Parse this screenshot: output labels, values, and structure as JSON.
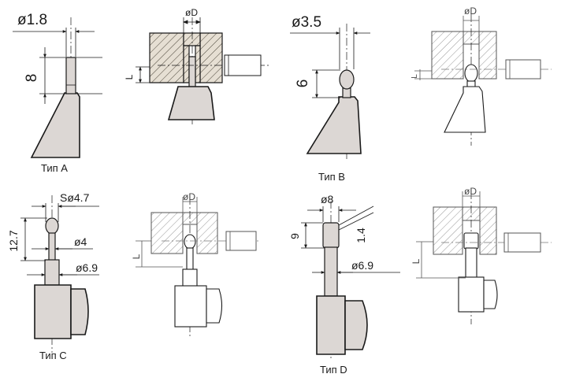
{
  "captions": {
    "type_a": "Тип A",
    "type_b": "Тип B",
    "type_c": "Тип C",
    "type_d": "Тип D"
  },
  "dims": {
    "a_dia": "ø1.8",
    "a_len": "8",
    "b_dia": "ø3.5",
    "b_len": "6",
    "c_sphere": "Sø4.7",
    "c_len": "12.7",
    "c_dia_neck": "ø4",
    "c_dia_stem": "ø6.9",
    "d_dia": "ø8",
    "d_len": "9",
    "d_step": "1.4",
    "d_dia_stem": "ø6.9",
    "bore_d": "øD",
    "len_l": "L"
  },
  "colors": {
    "body_fill": "#dcd7d4",
    "line": "#1a1a1a"
  }
}
